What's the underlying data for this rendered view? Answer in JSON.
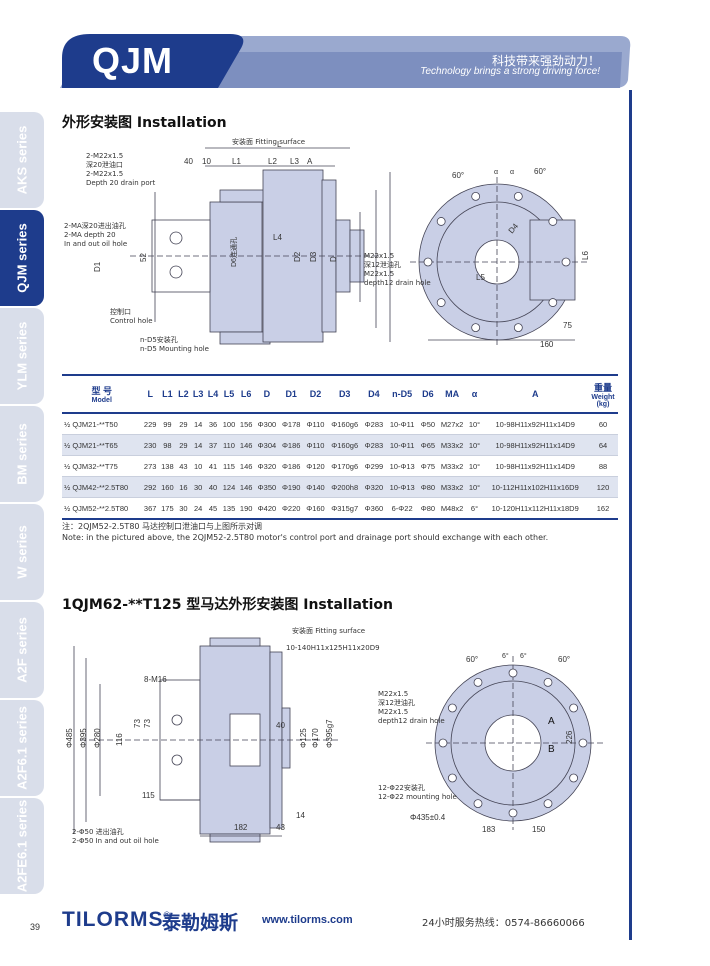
{
  "header": {
    "series": "QJM",
    "slogan_cn": "科技带来强劲动力！",
    "slogan_en": "Technology brings a strong driving force!"
  },
  "sidebar": {
    "tabs": [
      {
        "label": "AKS series",
        "active": false
      },
      {
        "label": "QJM series",
        "active": true
      },
      {
        "label": "YLM series",
        "active": false
      },
      {
        "label": "BM series",
        "active": false
      },
      {
        "label": "W series",
        "active": false
      },
      {
        "label": "A2F series",
        "active": false
      },
      {
        "label": "A2F6.1 series",
        "active": false
      },
      {
        "label": "A2FE6.1 series",
        "active": false
      }
    ]
  },
  "section1": {
    "title": "外形安装图  Installation",
    "labels": {
      "fitting_surface": "安装面 Fitting surface",
      "drain_cn": "2-M22x1.5",
      "drain_cn2": "深20泄油口",
      "drain_en": "2-M22x1.5",
      "drain_en2": "Depth 20 drain port",
      "ma_cn": "2-MA深20进出油孔",
      "ma_en": "2-MA depth 20",
      "ma_en2": "In and out oil hole",
      "control_cn": "控制口",
      "control_en": "Control hole",
      "mount_cn": "n-D5安装孔",
      "mount_en": "n-D5 Mounting hole",
      "drain2_cn": "M22x1.5",
      "drain2_cn2": "深12泄油孔",
      "drain2_en": "M22x1.5",
      "drain2_en2": "depth12 drain hole",
      "d6_label": "D6连通孔",
      "dims": {
        "L": "L",
        "L1": "L1",
        "L2": "L2",
        "L3": "L3",
        "A": "A",
        "d40": "40",
        "d10": "10",
        "L4": "L4",
        "D1": "D1",
        "d52": "52",
        "D2": "D2",
        "D3": "D3",
        "D": "D",
        "a60l": "60°",
        "a60r": "60°",
        "alpha": "α",
        "D4": "D4",
        "L5": "L5",
        "L6": "L6",
        "d75": "75",
        "d160": "160"
      }
    }
  },
  "table": {
    "headers": [
      {
        "label": "型 号",
        "sub": "Model"
      },
      {
        "label": "L"
      },
      {
        "label": "L1"
      },
      {
        "label": "L2"
      },
      {
        "label": "L3"
      },
      {
        "label": "L4"
      },
      {
        "label": "L5"
      },
      {
        "label": "L6"
      },
      {
        "label": "D"
      },
      {
        "label": "D1"
      },
      {
        "label": "D2"
      },
      {
        "label": "D3"
      },
      {
        "label": "D4"
      },
      {
        "label": "n-D5"
      },
      {
        "label": "D6"
      },
      {
        "label": "MA"
      },
      {
        "label": "α"
      },
      {
        "label": "A"
      },
      {
        "label": "重量",
        "sub": "Weight",
        "sub2": "(kg)"
      }
    ],
    "rows": [
      {
        "shade": false,
        "cells": [
          "½ QJM21-**T50",
          "229",
          "99",
          "29",
          "14",
          "36",
          "100",
          "156",
          "Φ300",
          "Φ178",
          "Φ110",
          "Φ160g6",
          "Φ283",
          "10-Φ11",
          "Φ50",
          "M27x2",
          "10°",
          "10-98H11x92H11x14D9",
          "60"
        ]
      },
      {
        "shade": true,
        "cells": [
          "½ QJM21-**T65",
          "230",
          "98",
          "29",
          "14",
          "37",
          "110",
          "146",
          "Φ304",
          "Φ186",
          "Φ110",
          "Φ160g6",
          "Φ283",
          "10-Φ11",
          "Φ65",
          "M33x2",
          "10°",
          "10-98H11x92H11x14D9",
          "64"
        ]
      },
      {
        "shade": false,
        "cells": [
          "½ QJM32-**T75",
          "273",
          "138",
          "43",
          "10",
          "41",
          "115",
          "146",
          "Φ320",
          "Φ186",
          "Φ120",
          "Φ170g6",
          "Φ299",
          "10-Φ13",
          "Φ75",
          "M33x2",
          "10°",
          "10-98H11x92H11x14D9",
          "88"
        ]
      },
      {
        "shade": true,
        "cells": [
          "½ QJM42-**2.5T80",
          "292",
          "160",
          "16",
          "30",
          "40",
          "124",
          "146",
          "Φ350",
          "Φ190",
          "Φ140",
          "Φ200h8",
          "Φ320",
          "10-Φ13",
          "Φ80",
          "M33x2",
          "10°",
          "10-112H11x102H11x16D9",
          "120"
        ]
      },
      {
        "shade": false,
        "cells": [
          "½ QJM52-**2.5T80",
          "367",
          "175",
          "30",
          "24",
          "45",
          "135",
          "190",
          "Φ420",
          "Φ220",
          "Φ160",
          "Φ315g7",
          "Φ360",
          "6-Φ22",
          "Φ80",
          "M48x2",
          "6°",
          "10-120H11x112H11x18D9",
          "162"
        ]
      }
    ],
    "note_cn": "注：2QJM52-2.5T80 马达控制口泄油口与上图所示对调",
    "note_en": "Note: in the pictured above, the 2QJM52-2.5T80 motor's control port and drainage port should exchange with each other."
  },
  "section2": {
    "title": "1QJM62-**T125 型马达外形安装图  Installation",
    "labels": {
      "fitting_surface": "安装面 Fitting surface",
      "spline": "10-140H11x125H11x20D9",
      "m16": "8-M16",
      "drain_cn": "M22x1.5",
      "drain_cn2": "深12泄油孔",
      "drain_en": "M22x1.5",
      "drain_en2": "depth12 drain hole",
      "mount_cn": "12-Φ22安装孔",
      "mount_en": "12-Φ22 mounting hole",
      "oil_cn": "2-Φ50 进出油孔",
      "oil_en": "2-Φ50 In and out oil hole",
      "dims": {
        "d485": "Φ485",
        "d395": "Φ395",
        "d280": "Φ280",
        "d116": "116",
        "d73": "73",
        "d73b": "73",
        "d115": "115",
        "d182": "182",
        "d43": "43",
        "d14": "14",
        "d40": "40",
        "d125": "Φ125",
        "d170": "Φ170",
        "d395g7": "Φ395g7",
        "a60l": "60°",
        "a6a": "6°",
        "a6b": "6°",
        "a60r": "60°",
        "A": "A",
        "B": "B",
        "d226": "226",
        "d435": "Φ435±0.4",
        "d183": "183",
        "d150": "150"
      }
    }
  },
  "footer": {
    "brand": "TILORMS",
    "reg": "®",
    "brand_cn": "泰勒姆斯",
    "url": "www.tilorms.com",
    "hotline": "24小时服务热线：0574-86660066",
    "page": "39"
  },
  "colors": {
    "primary": "#1e3c8c",
    "band": "#8fa0c8",
    "tab_inactive": "#d9deea",
    "row_shade": "#dfe4f0",
    "drawing_fill": "#c9cfe6"
  }
}
